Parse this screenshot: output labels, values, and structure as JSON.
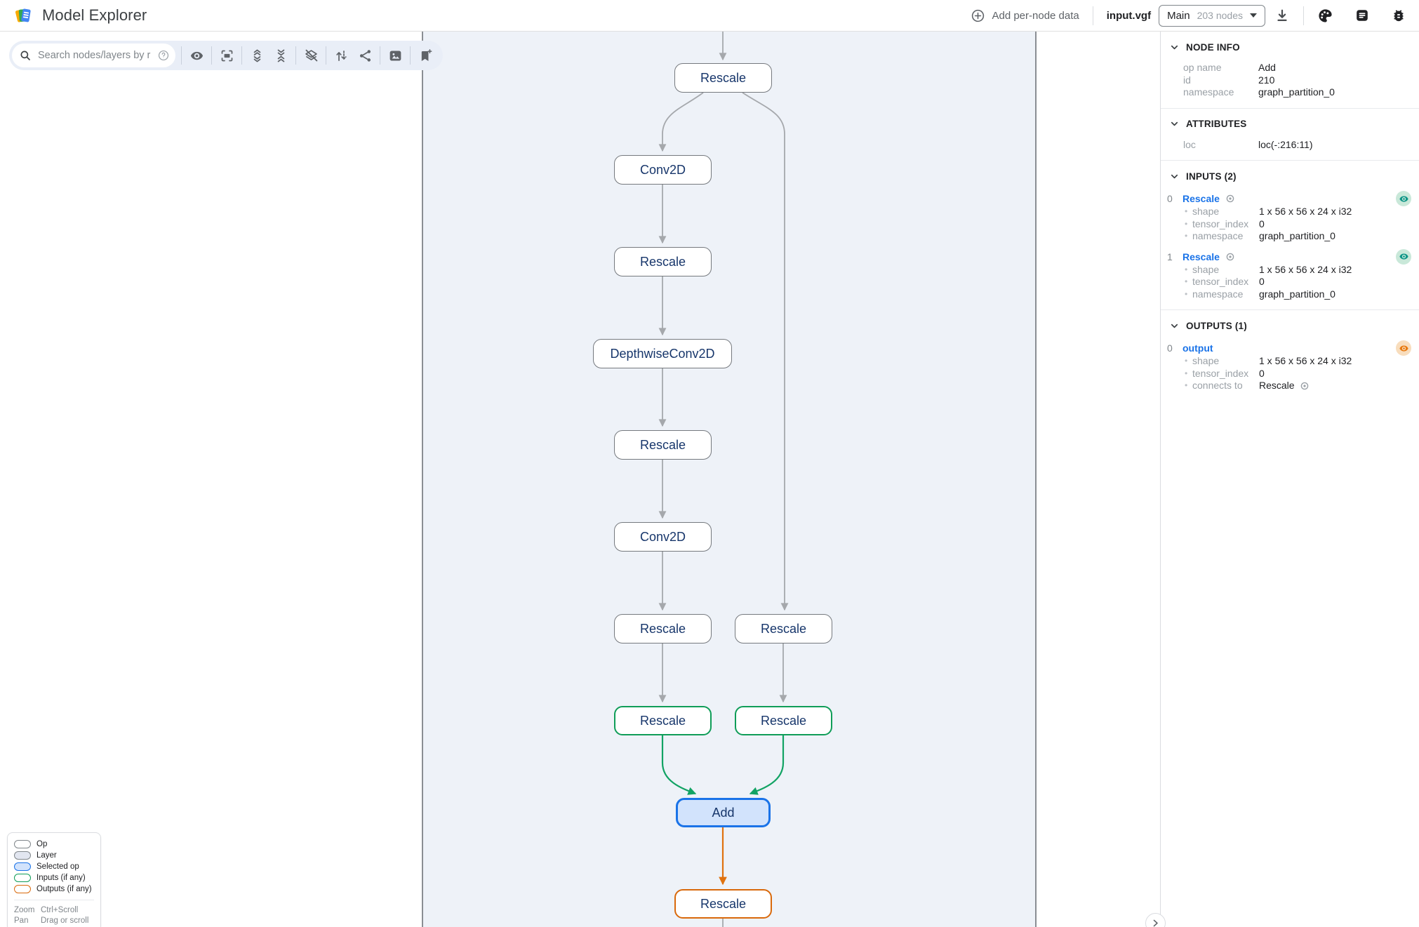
{
  "header": {
    "title": "Model Explorer",
    "add_per_node_data": "Add per-node data",
    "model_file": "input.vgf",
    "graph_name": "Main",
    "node_count": "203 nodes"
  },
  "toolbar": {
    "search_placeholder": "Search nodes/layers by regex",
    "icons": [
      "help-icon",
      "visibility-icon",
      "fit-to-screen-icon",
      "expand-all-layers-icon",
      "collapse-all-layers-icon",
      "flatten-layers-off-icon",
      "trace-inputs-outputs-icon",
      "share-icon",
      "snapshot-icon",
      "bookmark-add-icon"
    ]
  },
  "graph": {
    "nodes": [
      {
        "label": "Rescale",
        "kind": "op"
      },
      {
        "label": "Conv2D",
        "kind": "op"
      },
      {
        "label": "Rescale",
        "kind": "op"
      },
      {
        "label": "DepthwiseConv2D",
        "kind": "op"
      },
      {
        "label": "Rescale",
        "kind": "op"
      },
      {
        "label": "Conv2D",
        "kind": "op"
      },
      {
        "label": "Rescale",
        "kind": "op"
      },
      {
        "label": "Rescale",
        "kind": "op"
      },
      {
        "label": "Rescale",
        "kind": "input-highlight"
      },
      {
        "label": "Rescale",
        "kind": "input-highlight"
      },
      {
        "label": "Add",
        "kind": "selected"
      },
      {
        "label": "Rescale",
        "kind": "output-highlight"
      }
    ],
    "edges": [
      {
        "from": "offscreen-top",
        "to": 0,
        "color": "gray"
      },
      {
        "from": 0,
        "to": 1,
        "color": "gray"
      },
      {
        "from": 0,
        "to": 7,
        "color": "gray"
      },
      {
        "from": 1,
        "to": 2,
        "color": "gray"
      },
      {
        "from": 2,
        "to": 3,
        "color": "gray"
      },
      {
        "from": 3,
        "to": 4,
        "color": "gray"
      },
      {
        "from": 4,
        "to": 5,
        "color": "gray"
      },
      {
        "from": 5,
        "to": 6,
        "color": "gray"
      },
      {
        "from": 6,
        "to": 8,
        "color": "gray"
      },
      {
        "from": 7,
        "to": 9,
        "color": "gray"
      },
      {
        "from": 8,
        "to": 10,
        "color": "green"
      },
      {
        "from": 9,
        "to": 10,
        "color": "green"
      },
      {
        "from": 10,
        "to": 11,
        "color": "orange"
      },
      {
        "from": 11,
        "to": "offscreen-bottom",
        "color": "gray"
      }
    ],
    "colors": {
      "edge_gray": "#a5a8ac",
      "edge_green": "#12a364",
      "edge_orange": "#e0720f",
      "op_border": "#75797e",
      "input_border": "#0f9d58",
      "output_border": "#d9690b",
      "selected_border": "#1a73e8",
      "selected_fill": "#d2e3fc",
      "layer_fill": "#eef2f8"
    }
  },
  "legend": {
    "items": [
      {
        "label": "Op",
        "kind": "op"
      },
      {
        "label": "Layer",
        "kind": "layer"
      },
      {
        "label": "Selected op",
        "kind": "selected"
      },
      {
        "label": "Inputs (if any)",
        "kind": "input"
      },
      {
        "label": "Outputs (if any)",
        "kind": "output"
      }
    ],
    "hints": [
      {
        "action": "Zoom",
        "gesture": "Ctrl+Scroll"
      },
      {
        "action": "Pan",
        "gesture": "Drag or scroll"
      }
    ]
  },
  "panel": {
    "node_info": {
      "title": "NODE INFO",
      "rows": [
        {
          "label": "op name",
          "value": "Add"
        },
        {
          "label": "id",
          "value": "210"
        },
        {
          "label": "namespace",
          "value": "graph_partition_0"
        }
      ]
    },
    "attributes": {
      "title": "ATTRIBUTES",
      "rows": [
        {
          "label": "loc",
          "value": "loc(-:216:11)"
        }
      ]
    },
    "inputs": {
      "title": "INPUTS (2)",
      "items": [
        {
          "index": "0",
          "name": "Rescale",
          "rows": [
            {
              "label": "shape",
              "value": "1 x 56 x 56 x 24 x i32"
            },
            {
              "label": "tensor_index",
              "value": "0"
            },
            {
              "label": "namespace",
              "value": "graph_partition_0"
            }
          ]
        },
        {
          "index": "1",
          "name": "Rescale",
          "rows": [
            {
              "label": "shape",
              "value": "1 x 56 x 56 x 24 x i32"
            },
            {
              "label": "tensor_index",
              "value": "0"
            },
            {
              "label": "namespace",
              "value": "graph_partition_0"
            }
          ]
        }
      ]
    },
    "outputs": {
      "title": "OUTPUTS (1)",
      "items": [
        {
          "index": "0",
          "name": "output",
          "rows": [
            {
              "label": "shape",
              "value": "1 x 56 x 56 x 24 x i32"
            },
            {
              "label": "tensor_index",
              "value": "0"
            }
          ],
          "connects_to_label": "connects to",
          "connects_to_value": "Rescale"
        }
      ]
    }
  }
}
